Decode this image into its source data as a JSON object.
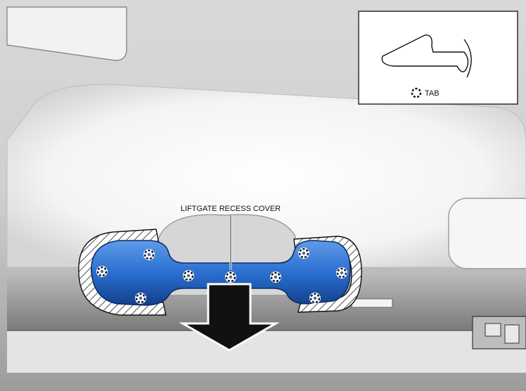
{
  "callout": {
    "label": "LIFTGATE RECESS COVER"
  },
  "legend": {
    "tab_label": "TAB",
    "tab_icon": "dashed-ring-tab-icon"
  },
  "colors": {
    "cover_blue": "#2a6fd0",
    "cover_dark": "#123f8c",
    "background_grey": "#cfcfcf",
    "arrow_black": "#111111"
  },
  "tabs": {
    "count": 9
  }
}
